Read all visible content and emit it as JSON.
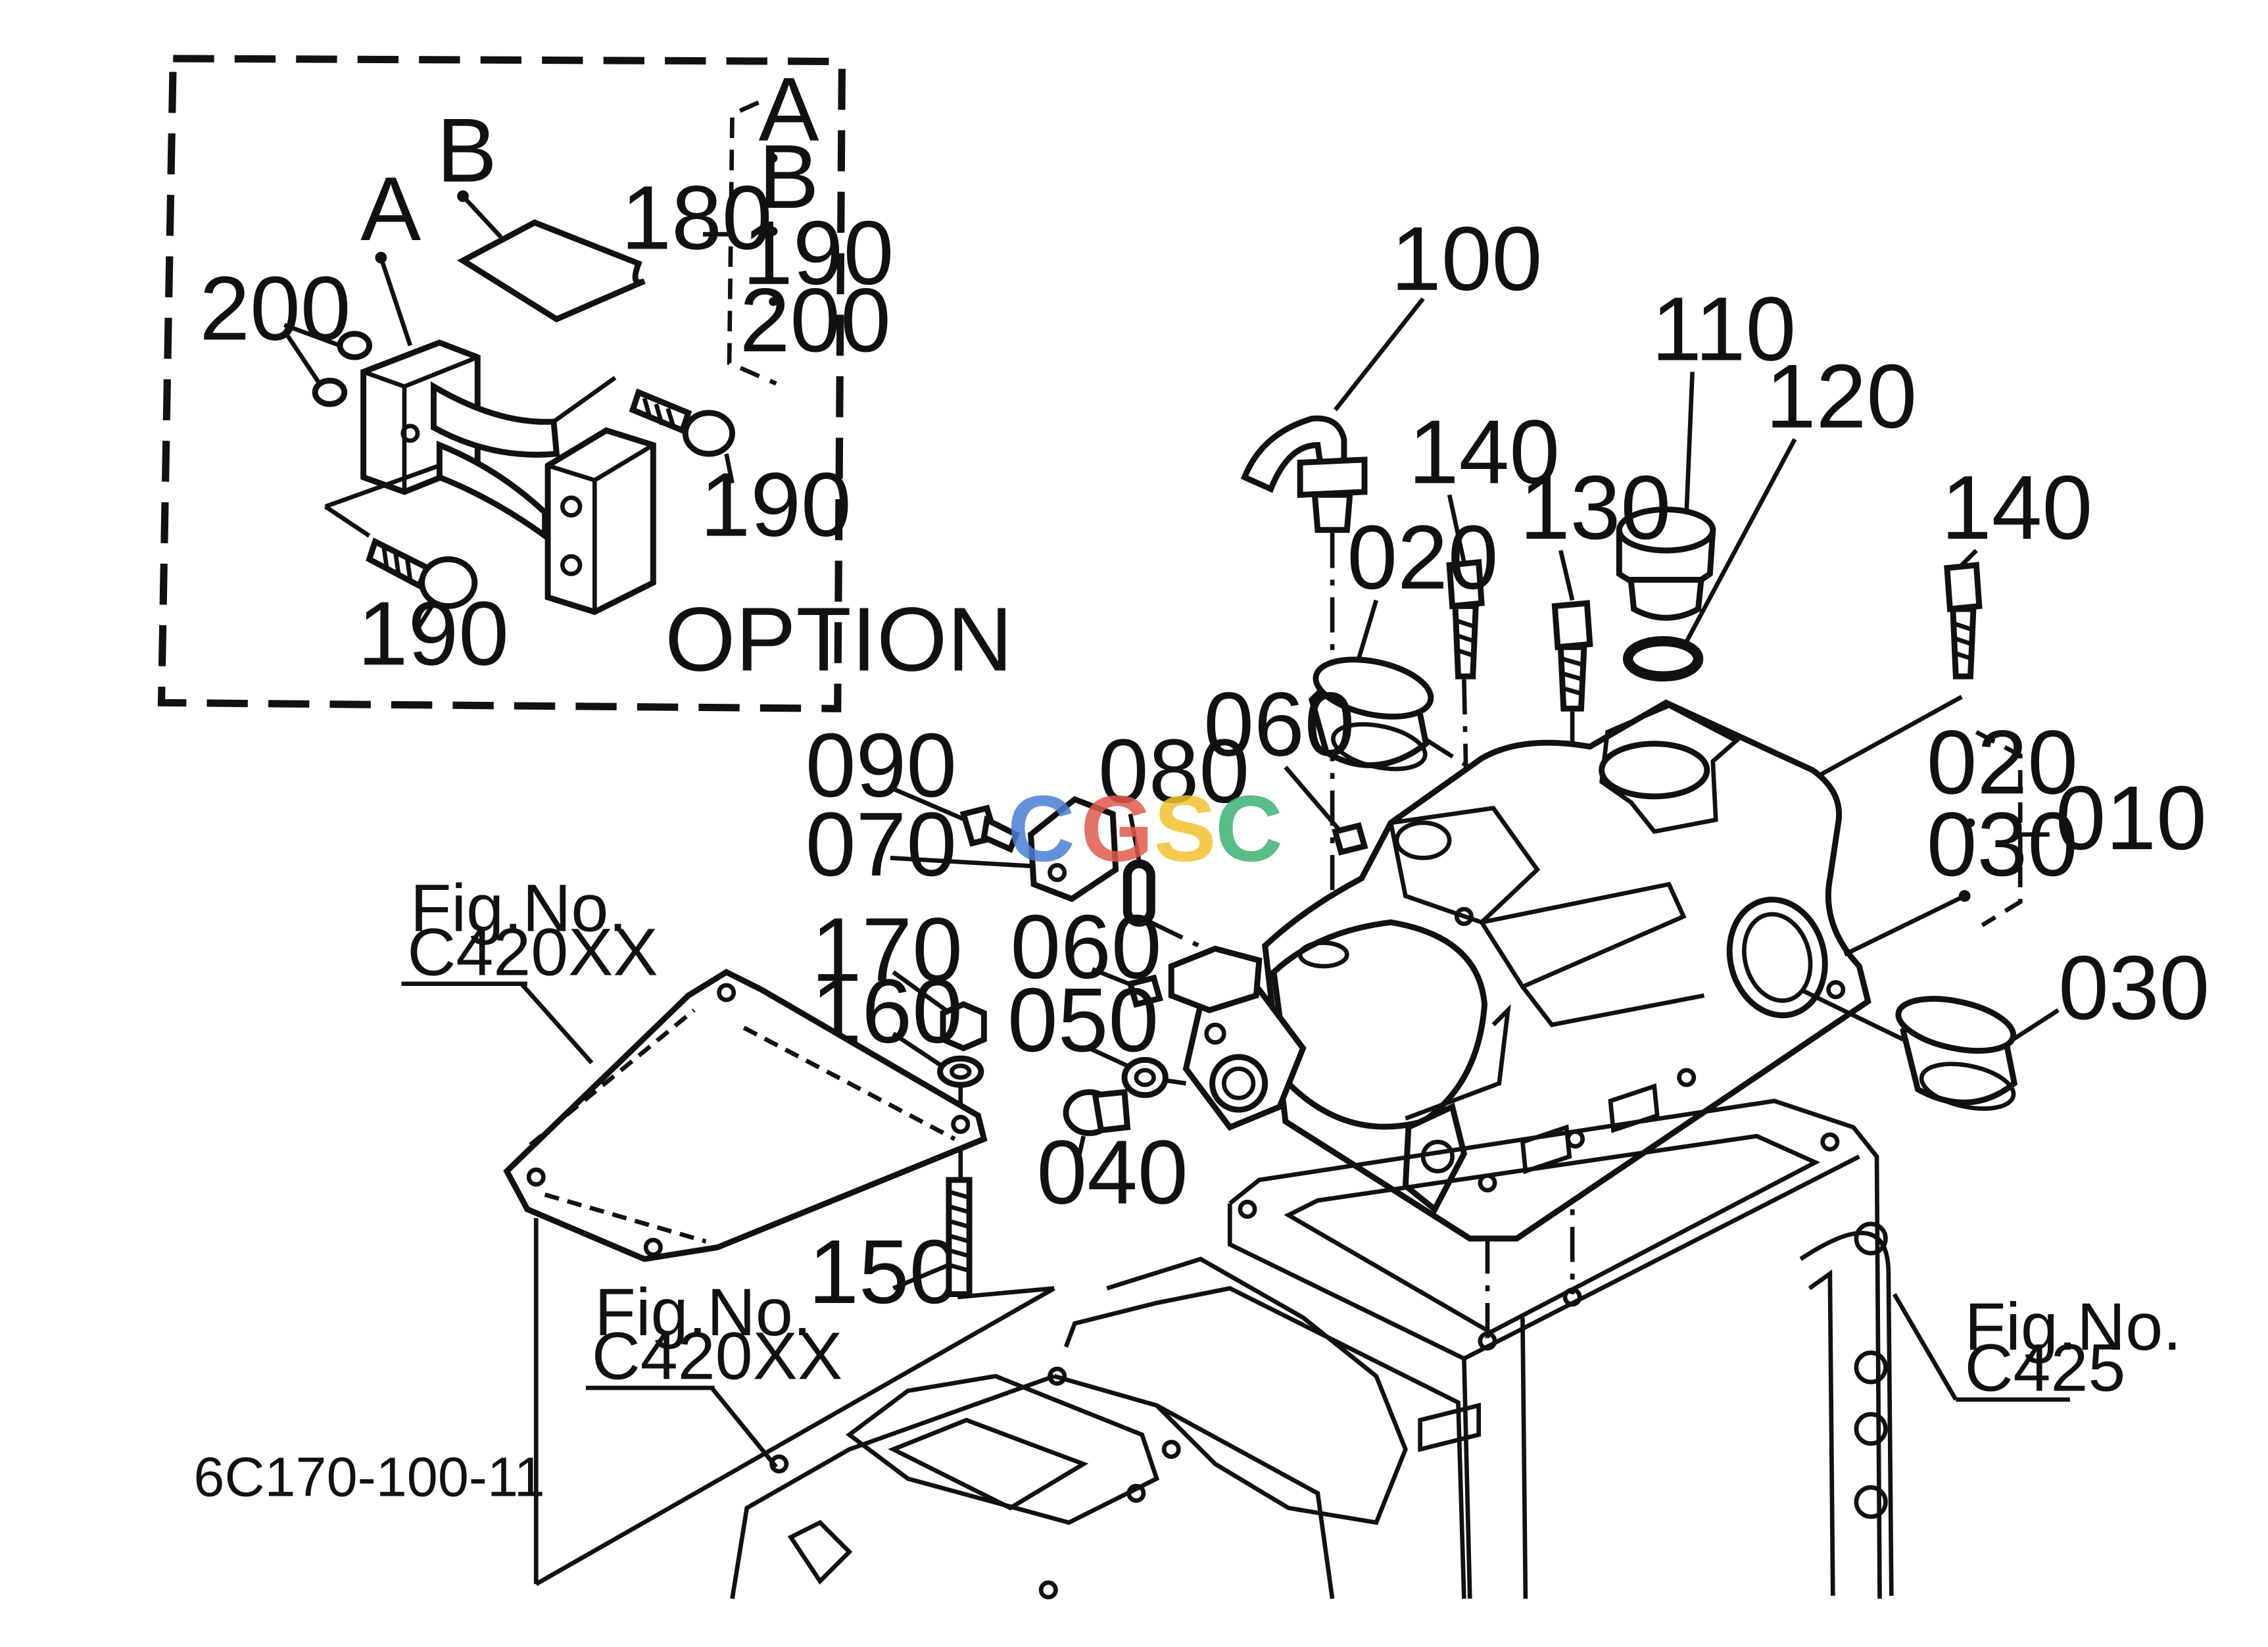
{
  "diagram": {
    "option_box": {
      "title": "OPTION",
      "part_A": "A",
      "part_B": "B",
      "labels": {
        "l180": "180",
        "l200": "200",
        "l190a": "190",
        "l190b": "190"
      },
      "kit_list": [
        "A",
        "B",
        "190",
        "200"
      ]
    },
    "callouts": {
      "c100": "100",
      "c110": "110",
      "c120": "120",
      "c140a": "140",
      "c140b": "140",
      "c130": "130",
      "c020a": "020",
      "c060a": "060",
      "c090": "090",
      "c080": "080",
      "c070": "070",
      "c170": "170",
      "c160": "160",
      "c060b": "060",
      "c050": "050",
      "c040": "040",
      "c150": "150",
      "c030": "030"
    },
    "kit_010": {
      "items": [
        "020",
        "030"
      ],
      "label": "010"
    },
    "references": {
      "ref1": {
        "title": "Fig.No.",
        "code": "C420XX"
      },
      "ref2": {
        "title": "Fig.No.",
        "code": "C420XX"
      },
      "ref3": {
        "title": "Fig.No.",
        "code": "C425"
      }
    },
    "watermark": {
      "text": "CGSC",
      "colors": [
        "#4a7fd4",
        "#e05a4b",
        "#f2c12e",
        "#3bb273"
      ]
    },
    "drawing_code": "6C170-100-11"
  }
}
